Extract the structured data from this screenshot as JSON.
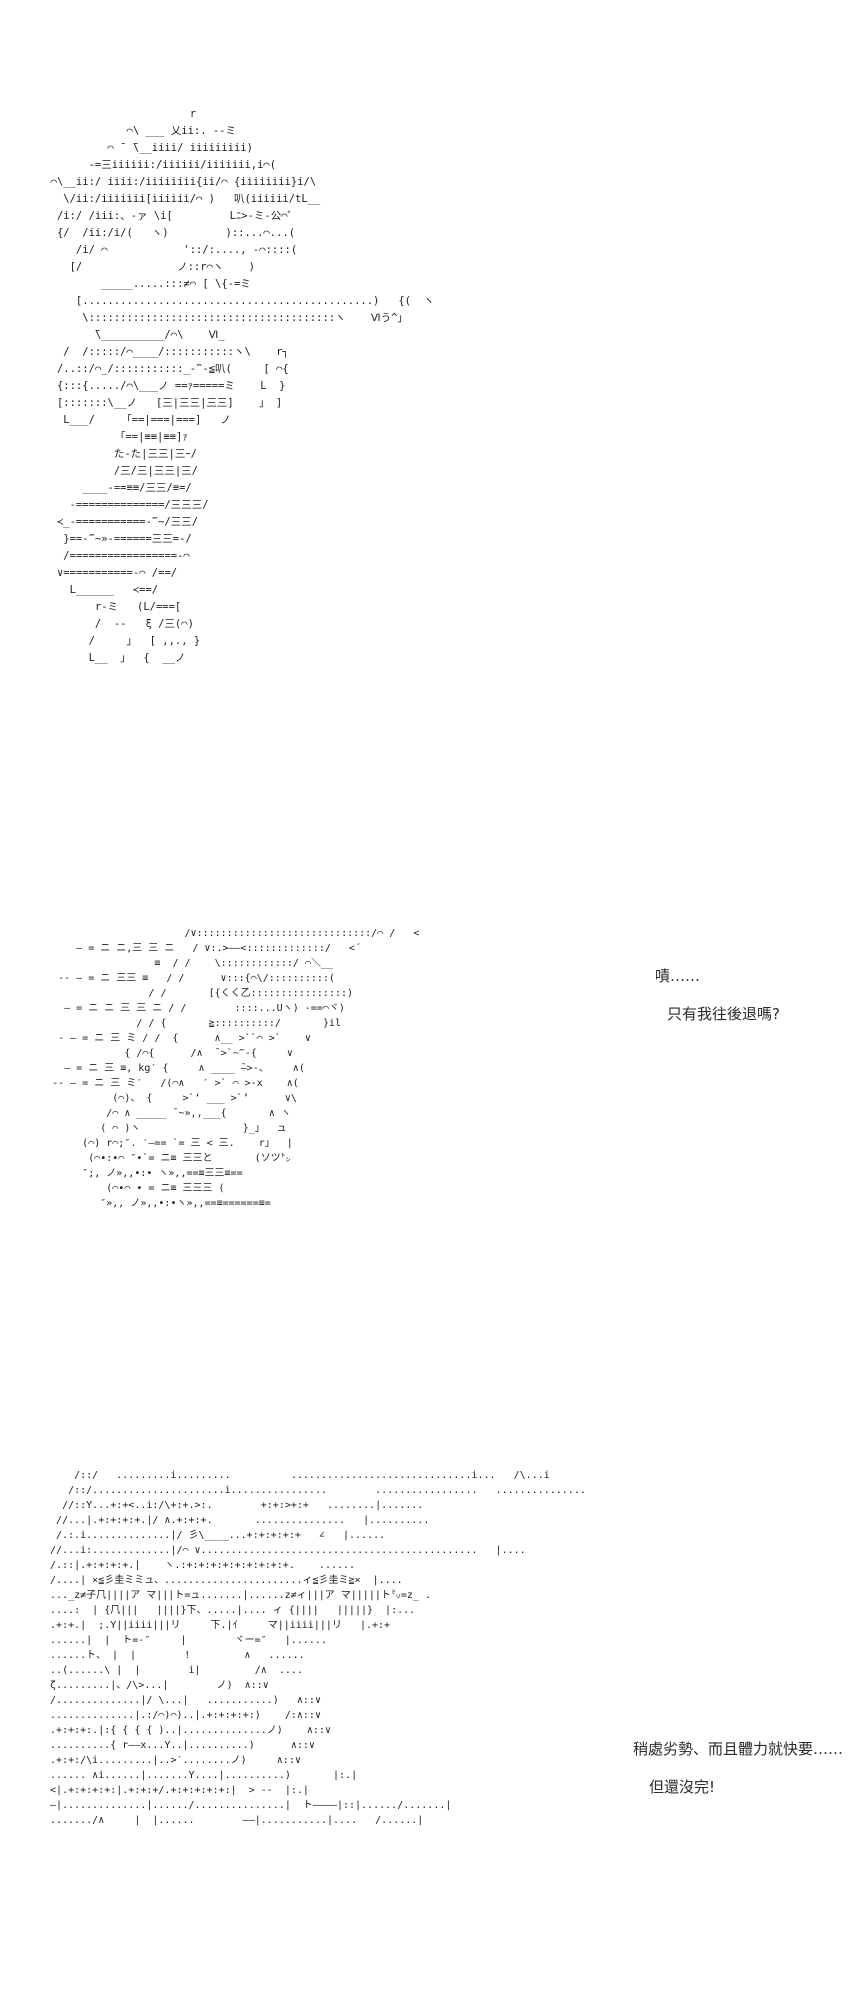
{
  "page": {
    "background_color": "#ffffff",
    "ink_color": "#1c1c1c",
    "text_color": "#2a2a2a"
  },
  "panels": {
    "top": {
      "art": [
        "                        r",
        "              ⌒\\ ___ 乂ii:. --ミ",
        "           ⌒ ̄  ̄\\__iiii/ iiiiiiiii)",
        "        -=三iiiiii:/iiiiii/iiiiiii,i⌒(",
        "  ⌒\\__ii:/ iiii:/iiiiiiii{ii/⌒ {iiiiiiii}i/\\",
        "    \\/ii:/iiiiiii[iiiiii/⌒ )   叭(iiiiii/tL__",
        "   /i:/ /iii:、-ァ \\i[         Lﾆ>-ミ-公⌒゜",
        "   {/  /ii:/i/(   ヽ)         )::...⌒...(",
        "      /i/ ⌒            '::/:...., -⌒::::(",
        "     [/               ノ::r⌒ヽ    )",
        "          _____.....:::≠⌒ [ \\{-=ミ",
        "      [..............................................)   {(  ヽ",
        "       \\:::::::::::::::::::::::::::::::::::::::ヽ    Ⅵう^」",
        "         ̄\\__________/⌒\\    Ⅵ_",
        "    /  /:::::/⌒____/:::::::::::ヽ\\    r┐",
        "   /..::/⌒_/:::::::::::_-‴-≦叭(     [ ⌒{",
        "   {:::{...../⌒\\___ノ ==ｧ=====ミ    L  }",
        "   [:::::::\\__ノ   [三|三三|三三]    」 ]",
        "    L___/     ｢==|===|===]   ノ",
        "             ｢==|≡≡|≡≡]ｧ",
        "            た-た|三三|三ｰ/",
        "            /三/三|三三|三/",
        "       ____-==≡≡/三三/≡=/",
        "     -==============/三三三/",
        "   ≺_-===========-‴~/三三/",
        "    }==-‴~»-======三三=-/",
        "    /=================-⌒",
        "   ∨===========-⌒ /==/",
        "     L______   ≺==/",
        "         r‐ミ   (L/===[",
        "         /  --   ξ /三(⌒)",
        "        /     」  [ ,,., }",
        "        L__  」  {  __ノ"
      ]
    },
    "middle": {
      "art": [
        "                          /∨:::::::::::::::::::::::::::::/⌒ /   <",
        "        ― = ニ ニ,三 三 ニ   / ∨:.>――<:::::::::::::/   <´",
        "                     ≡  / /    \\::::::::::::/ ⌒＼__",
        "     -- ― = ニ 三三 ≡   / /      ∨:::{⌒\\/::::::::::(",
        "                    / /       [{くく乙::::::::::::::::)",
        "      ― = ニ ニ 三 三 ニ / /        ::::...Uヽ) -==⌒ヾ)",
        "                  / / {       ≧::::::::::/       }il",
        "     - ― = ニ 三 ミ / /  {      ∧__ >``⌒ >`    ∨",
        "                { /⌒{      /∧  ̄ >`~‴-{     ∨",
        "      ― = ニ 三 ≡, kg′ {     ∧ ____ ̄—>-、    ∧(",
        "    -- ― = ニ 三 ミ′   /(⌒∧   ′ >` ⌒ >-x    ∧(",
        "              (⌒)、 {     >`‘ ___ >`’      ∨\\",
        "             /⌒ ∧ _____ ̄ ~»,,___{       ∧ ヽ",
        "            ( ⌒ )ヽ                 }_」  ュ",
        "         (⌒) r⌒;″. ′―== `= 三 < 三.    r」  |",
        "          (⌒•:•⌒ ″•`= ニ≡ 三三と       (ソツ㌧",
        "         ″;, ノ»,,•:• ヽ»,,==≡三三≡==",
        "             (⌒•⌒ • = ニ≡ 三三三 (",
        "            ″»,, ノ»,,•:•ヽ»,,==≡======≡="
      ]
    },
    "bottom": {
      "art": [
        "      /::/   .........i.........          ..............................i...   /\\...i",
        "     /::/......................i................        .................   ...............",
        "    //::Y...+:+<..i:/\\+:+.>:.        +:+:>+:+   ........|.......",
        "   //...|.+:+:+:+.|/ ∧.+:+:+.       ...............   |..........",
        "   /.:.i..............|/ 彡\\____...+:+:+:+:+   ∠   |......",
        "  //...i:.............|/⌒ ∨..............................................   |....",
        "  /.::|.+:+:+:+.|    ヽ.:+:+:+:+:+:+:+:+:+.    ......",
        "  /....| ×≦彡圭ミミュ、.......................ィ≦彡圭ミ≧×  |....",
        "  ..._z≠子𠘨||||ア マ|||ト=ュ.......|......z≠ィ|||ア マ|||||ト㍉=z_ .",
        "  ....:  | {𠘨|||   ||||}下、.....|.... ィ {||||   |||||}  |:...",
        "  .+:+.|  ;.Y||iiii|||リ     下.|ｲ     マ||iiii|||リ   |.+:+",
        "  ......|  |  ト=-″     |        ヾー=″   |......",
        "  ......ト、 |  |        !         ∧   ......",
        "  ..(......\\ |  |        i|         /∧  ....",
        "  ζ.........|、/\\>...|        ノ)  ∧::∨",
        "  /..............|/ \\...|   ...........)   ∧::∨",
        "  ..............|.:/⌒)⌒)..|.+:+:+:+:)    /:∧::∨",
        "  .+:+:+:.|:{ { { { )..|..............ノ)    ∧::∨",
        "  ..........{ r――x...Y..|..........)      ∧::∨",
        "  .+:+:/\\i.........|..>′........ノ)     ∧::∨",
        "  ...... ∧i......|.......Y....|..........)       |:.|",
        "  <|.+:+:+:+:|.+:+:+/.+:+:+:+:+:|  > --  |:.|",
        "  ―|..............|....../...............|  ト――――|::|....../.......|",
        "  ......./∧     |  |......        ――|...........|....   /......|"
      ]
    }
  },
  "dialogue": {
    "middle": {
      "line1": "嘖……",
      "line2": "只有我往後退嗎?"
    },
    "bottom": {
      "line1": "稍處劣勢、而且體力就快要……",
      "line2": "但還沒完!"
    }
  }
}
